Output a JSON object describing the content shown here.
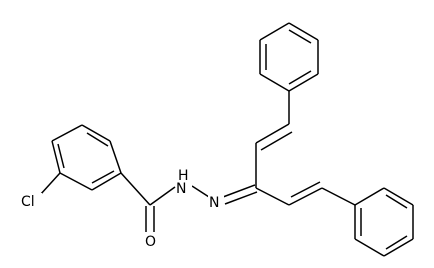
{
  "structure": {
    "atom_labels": {
      "chlorine": "Cl",
      "oxygen": "O",
      "amide_nh": "H",
      "amide_n": "N",
      "imine_n": "N"
    }
  },
  "colors": {
    "bond": "#000000",
    "text": "#000000",
    "background": "#ffffff"
  }
}
